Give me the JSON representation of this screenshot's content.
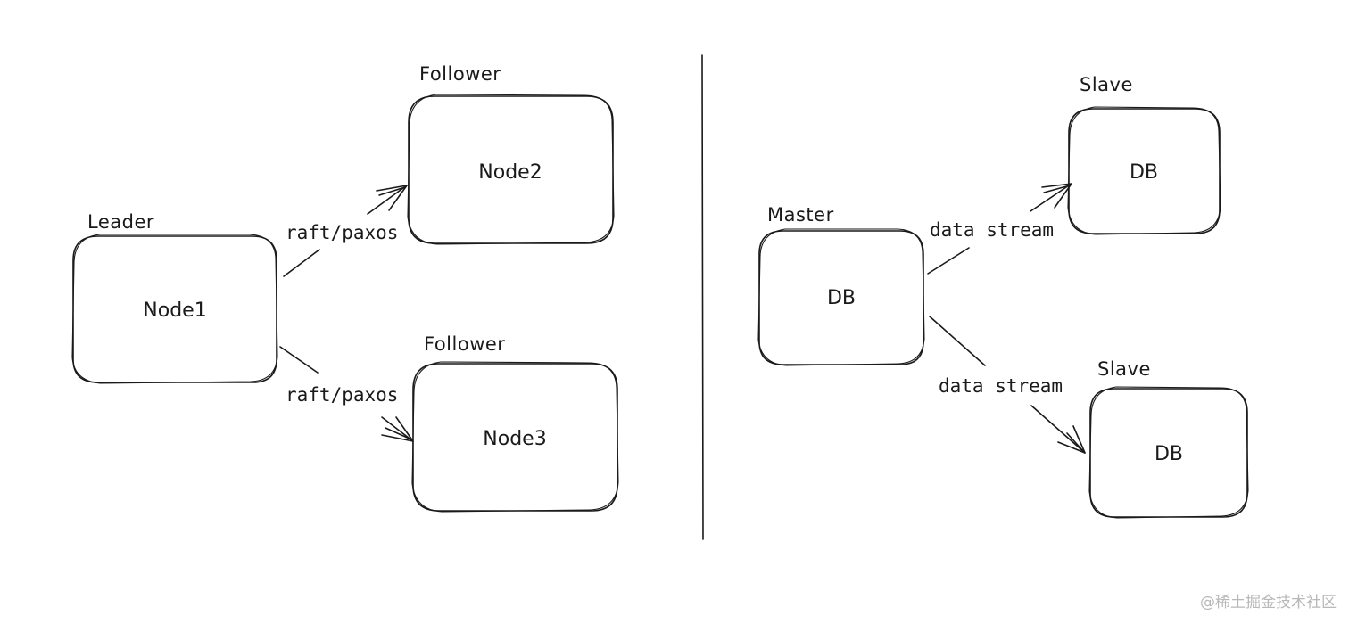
{
  "left": {
    "leader": {
      "role": "Leader",
      "name": "Node1"
    },
    "follower_a": {
      "role": "Follower",
      "name": "Node2"
    },
    "follower_b": {
      "role": "Follower",
      "name": "Node3"
    },
    "edge_a": "raft/paxos",
    "edge_b": "raft/paxos"
  },
  "right": {
    "master": {
      "role": "Master",
      "name": "DB"
    },
    "slave_a": {
      "role": "Slave",
      "name": "DB"
    },
    "slave_b": {
      "role": "Slave",
      "name": "DB"
    },
    "edge_a": "data stream",
    "edge_b": "data stream"
  },
  "watermark": "@稀土掘金技术社区",
  "colors": {
    "ink": "#1a1a1a",
    "watermark": "#b8b8b8",
    "background": "#ffffff"
  }
}
